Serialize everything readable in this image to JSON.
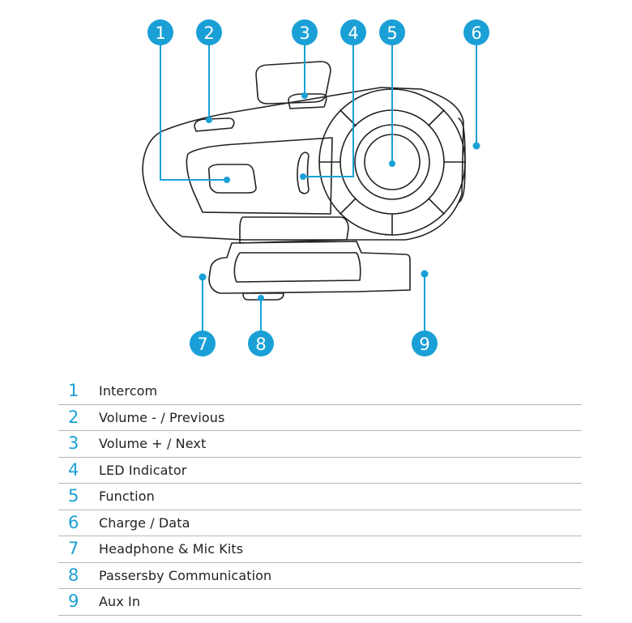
{
  "colors": {
    "accent": "#1aa0d6",
    "line": "#222222",
    "rule": "#b8b8b8"
  },
  "callouts": [
    "1",
    "2",
    "3",
    "4",
    "5",
    "6",
    "7",
    "8",
    "9"
  ],
  "legend": [
    {
      "num": "1",
      "label": "Intercom"
    },
    {
      "num": "2",
      "label": "Volume - / Previous"
    },
    {
      "num": "3",
      "label": "Volume + / Next"
    },
    {
      "num": "4",
      "label": "LED Indicator"
    },
    {
      "num": "5",
      "label": "Function"
    },
    {
      "num": "6",
      "label": "Charge / Data"
    },
    {
      "num": "7",
      "label": "Headphone & Mic Kits"
    },
    {
      "num": "8",
      "label": "Passersby Communication"
    },
    {
      "num": "9",
      "label": "Aux In"
    }
  ]
}
